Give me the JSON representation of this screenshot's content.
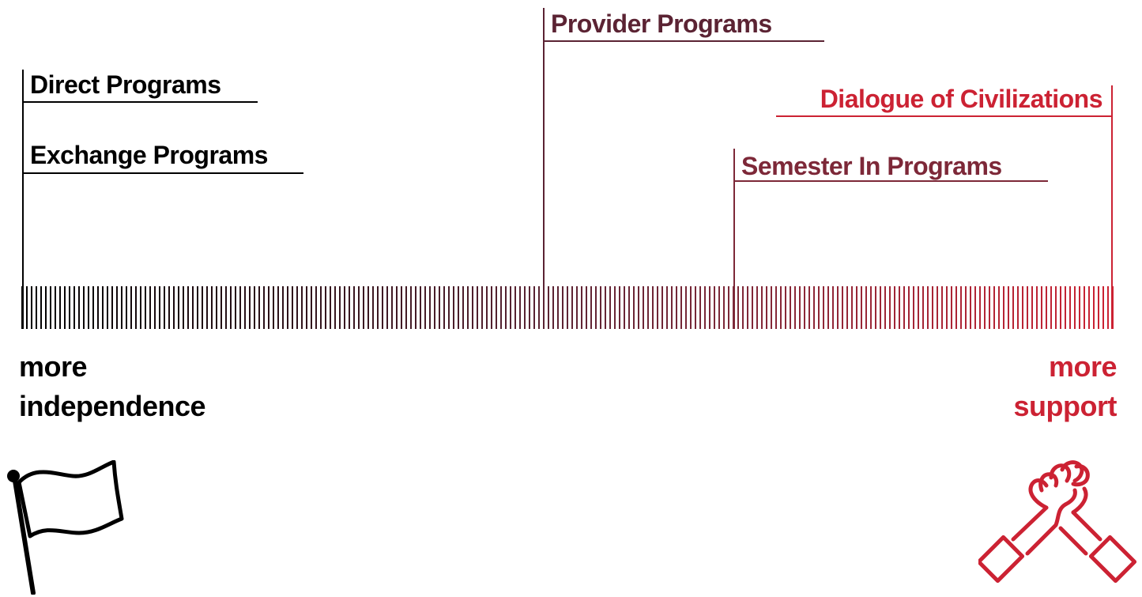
{
  "colors": {
    "independence": "#000000",
    "provider": "#5b2333",
    "semester": "#7d2838",
    "dialogue": "#cc2233",
    "support": "#cc2233"
  },
  "programs": {
    "direct": "Direct Programs",
    "exchange": "Exchange Programs",
    "provider": "Provider Programs",
    "semester": "Semester In Programs",
    "dialogue": "Dialogue of Civilizations"
  },
  "ends": {
    "left_line1": "more",
    "left_line2": "independence",
    "right_line1": "more",
    "right_line2": "support"
  },
  "icons": {
    "left": "flag-icon",
    "right": "handshake-icon"
  }
}
